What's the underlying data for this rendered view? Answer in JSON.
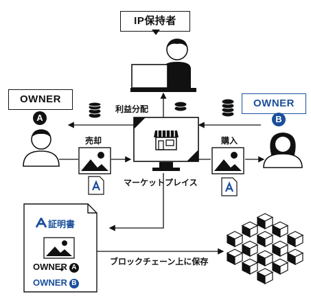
{
  "ip_holder": {
    "label": "IP保持者"
  },
  "owner_a": {
    "label": "OWNER",
    "badge": "A"
  },
  "owner_b": {
    "label": "OWNER",
    "badge": "B"
  },
  "flows": {
    "profit_share": "利益分配",
    "sell": "売却",
    "buy": "購入",
    "save_chain": "ブロックチェーン上に保存"
  },
  "marketplace": {
    "label": "マーケットプレイス"
  },
  "certificate": {
    "title": "証明書",
    "from_owner": "OWNER",
    "from_badge": "A",
    "to_owner": "OWNER",
    "to_badge": "B"
  },
  "colors": {
    "accent": "#1a4f9c",
    "ink": "#111111"
  }
}
